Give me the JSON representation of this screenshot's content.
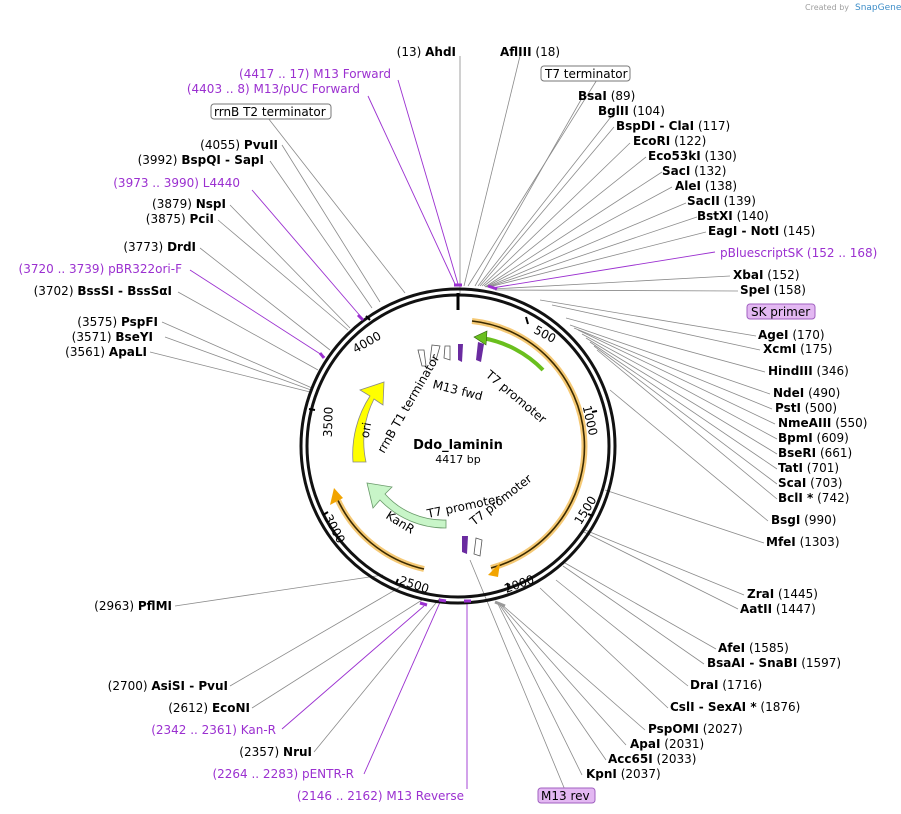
{
  "credit": {
    "created_by": "Created by",
    "brand": "SnapGene"
  },
  "plasmid": {
    "name": "Ddo_laminin",
    "length": "4417 bp"
  },
  "ruler_ticks": [
    "500",
    "1000",
    "1500",
    "2000",
    "2500",
    "3000",
    "3500",
    "4000"
  ],
  "sites": [
    {
      "name": "AhdI",
      "pos": "(13)"
    },
    {
      "name": "AflIII",
      "pos": "(18)"
    },
    {
      "name": "BsaI",
      "pos": "(89)"
    },
    {
      "name": "BglII",
      "pos": "(104)"
    },
    {
      "name": "BspDI - ClaI",
      "pos": "(117)"
    },
    {
      "name": "EcoRI",
      "pos": "(122)"
    },
    {
      "name": "Eco53kI",
      "pos": "(130)"
    },
    {
      "name": "SacI",
      "pos": "(132)"
    },
    {
      "name": "AleI",
      "pos": "(138)"
    },
    {
      "name": "SacII",
      "pos": "(139)"
    },
    {
      "name": "BstXI",
      "pos": "(140)"
    },
    {
      "name": "EagI - NotI",
      "pos": "(145)"
    },
    {
      "name": "XbaI",
      "pos": "(152)"
    },
    {
      "name": "SpeI",
      "pos": "(158)"
    },
    {
      "name": "AgeI",
      "pos": "(170)"
    },
    {
      "name": "XcmI",
      "pos": "(175)"
    },
    {
      "name": "HindIII",
      "pos": "(346)"
    },
    {
      "name": "NdeI",
      "pos": "(490)"
    },
    {
      "name": "PstI",
      "pos": "(500)"
    },
    {
      "name": "NmeAIII",
      "pos": "(550)"
    },
    {
      "name": "BpmI",
      "pos": "(609)"
    },
    {
      "name": "BseRI",
      "pos": "(661)"
    },
    {
      "name": "TatI",
      "pos": "(701)"
    },
    {
      "name": "ScaI",
      "pos": "(703)"
    },
    {
      "name": "BclI *",
      "pos": "(742)"
    },
    {
      "name": "BsgI",
      "pos": "(990)"
    },
    {
      "name": "MfeI",
      "pos": "(1303)"
    },
    {
      "name": "ZraI",
      "pos": "(1445)"
    },
    {
      "name": "AatII",
      "pos": "(1447)"
    },
    {
      "name": "AfeI",
      "pos": "(1585)"
    },
    {
      "name": "BsaAI - SnaBI",
      "pos": "(1597)"
    },
    {
      "name": "DraI",
      "pos": "(1716)"
    },
    {
      "name": "CslI - SexAI *",
      "pos": "(1876)"
    },
    {
      "name": "PspOMI",
      "pos": "(2027)"
    },
    {
      "name": "ApaI",
      "pos": "(2031)"
    },
    {
      "name": "Acc65I",
      "pos": "(2033)"
    },
    {
      "name": "KpnI",
      "pos": "(2037)"
    },
    {
      "name": "PflMI",
      "pos": "(2963)"
    },
    {
      "name": "AsiSI - PvuI",
      "pos": "(2700)"
    },
    {
      "name": "EcoNI",
      "pos": "(2612)"
    },
    {
      "name": "NruI",
      "pos": "(2357)"
    },
    {
      "name": "ApaLI",
      "pos": "(3561)"
    },
    {
      "name": "BseYI",
      "pos": "(3571)"
    },
    {
      "name": "PspFI",
      "pos": "(3575)"
    },
    {
      "name": "BssSI - BssSαI",
      "pos": "(3702)"
    },
    {
      "name": "DrdI",
      "pos": "(3773)"
    },
    {
      "name": "PciI",
      "pos": "(3875)"
    },
    {
      "name": "NspI",
      "pos": "(3879)"
    },
    {
      "name": "BspQI - SapI",
      "pos": "(3992)"
    },
    {
      "name": "PvuII",
      "pos": "(4055)"
    }
  ],
  "primers": [
    {
      "name": "M13 Forward",
      "pos": "(4417 .. 17)"
    },
    {
      "name": "M13/pUC Forward",
      "pos": "(4403 .. 8)"
    },
    {
      "name": "L4440",
      "pos": "(3973 .. 3990)"
    },
    {
      "name": "pBR322ori-F",
      "pos": "(3720 .. 3739)"
    },
    {
      "name": "pBluescriptSK",
      "pos": "(152 .. 168)"
    },
    {
      "name": "Kan-R",
      "pos": "(2342 .. 2361)"
    },
    {
      "name": "pENTR-R",
      "pos": "(2264 .. 2283)"
    },
    {
      "name": "M13 Reverse",
      "pos": "(2146 .. 2162)"
    }
  ],
  "boxed_labels": {
    "t7_terminator": "T7 terminator",
    "rrnb_t2_terminator": "rrnB T2 terminator",
    "sk_primer": "SK primer",
    "m13_rev": "M13 rev"
  },
  "features": {
    "ori": "ori",
    "kanr": "KanR",
    "rrnb_t1": "rrnB T1 terminator",
    "t7_promoter_top": "T7 promoter",
    "m13_fwd": "M13 fwd",
    "t7_promoter_bottom_1": "T7 promoter",
    "t7_promoter_bottom_2": "T7 promoter"
  },
  "colors": {
    "primer": "#9b30d0",
    "ori": "#ffff00",
    "kanr": "#c8f5c8",
    "orf": "#f2a400",
    "green_arrow": "#6abf1e",
    "sk_box": "#e3b8f2"
  }
}
